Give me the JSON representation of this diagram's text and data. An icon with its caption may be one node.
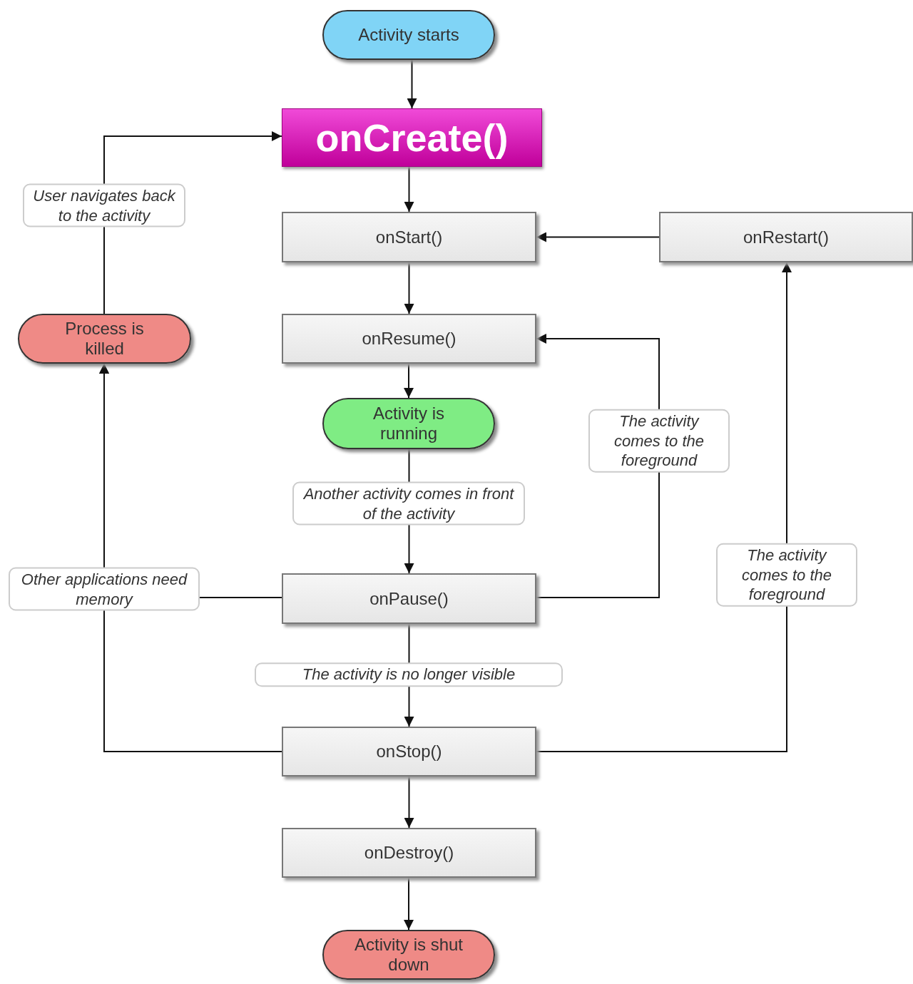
{
  "diagram": {
    "nodes": [
      {
        "text": [
          "Activity starts"
        ]
      },
      {
        "text": [
          "onCreate()"
        ]
      },
      {
        "text": [
          "onStart()"
        ]
      },
      {
        "text": [
          "onRestart()"
        ]
      },
      {
        "text": [
          "onResume()"
        ]
      },
      {
        "text": [
          "Activity is running"
        ]
      },
      {
        "text": [
          "onPause()"
        ]
      },
      {
        "text": [
          "onStop()"
        ]
      },
      {
        "text": [
          "onDestroy()"
        ]
      },
      {
        "text": [
          "Activity is shut down"
        ]
      },
      {
        "text": [
          "Process is killed"
        ]
      }
    ],
    "edges": [
      {
        "from": 0,
        "to": 1,
        "arrow": "to"
      },
      {
        "from": 1,
        "to": 2,
        "arrow": "to"
      },
      {
        "from": 2,
        "to": 4,
        "arrow": "to"
      },
      {
        "from": 4,
        "to": 5,
        "arrow": "to"
      },
      {
        "from": 5,
        "to": 6,
        "arrow": "to",
        "label": "Another activity comes in front of the activity"
      },
      {
        "from": 6,
        "to": 7,
        "arrow": "to",
        "label": "The activity is no longer visible"
      },
      {
        "from": 7,
        "to": 8,
        "arrow": "to"
      },
      {
        "from": 8,
        "to": 9,
        "arrow": "to"
      },
      {
        "from": 3,
        "to": 2,
        "arrow": "to"
      },
      {
        "from": 6,
        "to": 4,
        "arrow": "to",
        "label": "The activity comes to the foreground"
      },
      {
        "from": 7,
        "to": 3,
        "arrow": "to",
        "label": "The activity comes to the foreground"
      },
      {
        "from": 6,
        "to": 10,
        "arrow": "to",
        "label": "Other applications need memory"
      },
      {
        "from": 7,
        "to": 10,
        "arrow": "to"
      },
      {
        "from": 10,
        "to": 1,
        "arrow": "to",
        "label": "User navigates back to the activity"
      }
    ]
  }
}
